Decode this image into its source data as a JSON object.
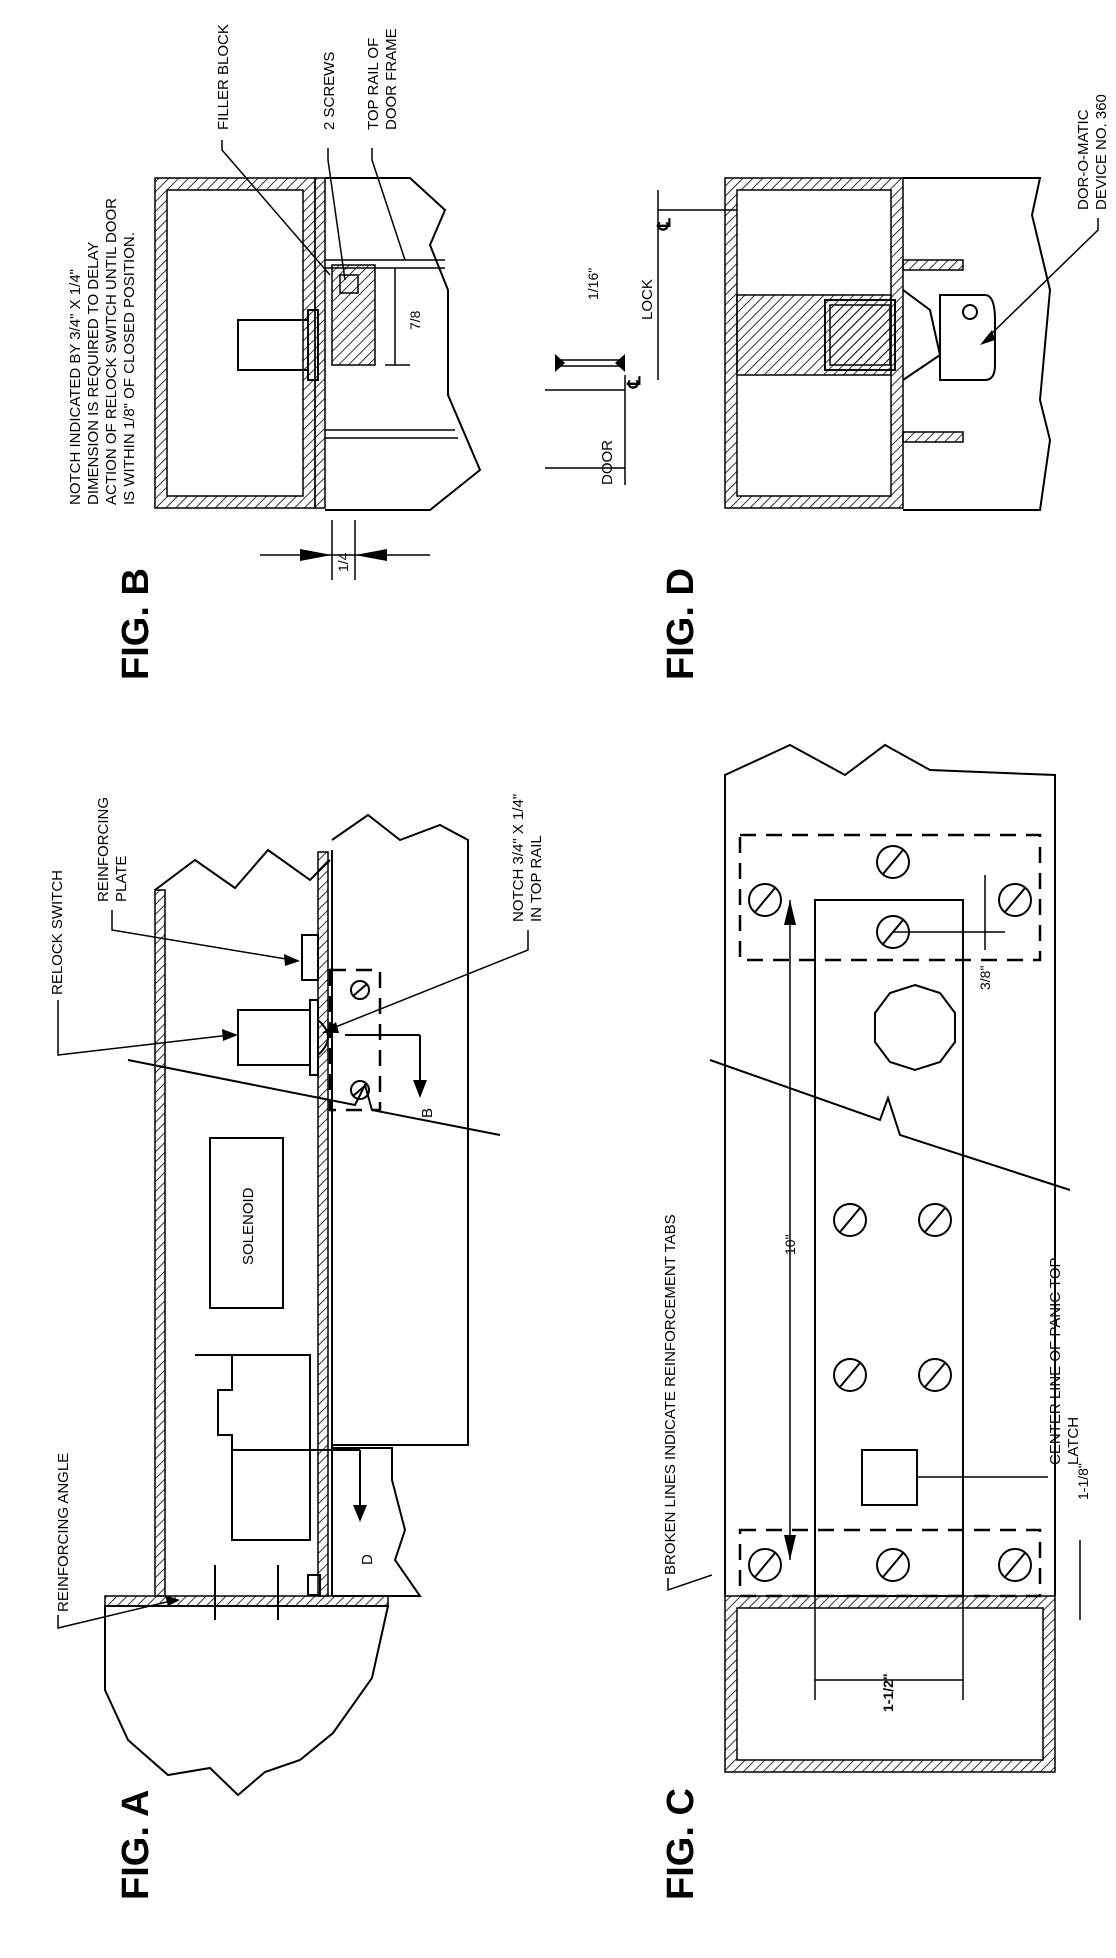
{
  "figures": {
    "a": "FIG. A",
    "b": "FIG. B",
    "c": "FIG. C",
    "d": "FIG. D"
  },
  "fig_a": {
    "reinforcing_angle": "REINFORCING ANGLE",
    "solenoid": "SOLENOID",
    "relock_switch": "RELOCK SWITCH",
    "reinforcing_plate_1": "REINFORCING",
    "reinforcing_plate_2": "PLATE",
    "notch_1": "NOTCH 3/4\" X 1/4\"",
    "notch_2": "IN TOP RAIL",
    "section_b": "B",
    "section_d": "D"
  },
  "fig_b": {
    "note_1": "NOTCH INDICATED BY 3/4\" X 1/4\"",
    "note_2": "DIMENSION IS REQUIRED TO DELAY",
    "note_3": "ACTION OF RELOCK SWITCH UNTIL DOOR",
    "note_4": "IS WITHIN 1/8\" OF CLOSED POSITION.",
    "filler_block": "FILLER BLOCK",
    "two_screws": "2 SCREWS",
    "top_rail_1": "TOP RAIL OF",
    "top_rail_2": "DOOR FRAME",
    "dim_7_8": "7/8",
    "dim_1_4": "1/4"
  },
  "fig_c": {
    "broken_lines": "BROKEN LINES INDICATE REINFORCEMENT TABS",
    "dim_10": "10\"",
    "dim_3_8": "3/8\"",
    "dim_1_1_8": "1-1/8\"",
    "dim_1_1_2": "1-1/2\"",
    "center_line_1": "CENTER LINE OF PANIC TOP",
    "center_line_2": "LATCH"
  },
  "fig_d": {
    "dim_1_16": "1/16\"",
    "door": "DOOR",
    "lock": "LOCK",
    "dor_o_matic_1": "DOR-O-MATIC",
    "dor_o_matic_2": "DEVICE NO. 360",
    "cl_symbol": "℄"
  }
}
